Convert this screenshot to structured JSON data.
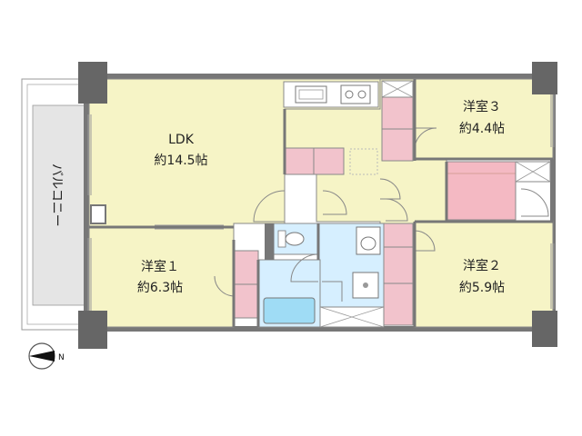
{
  "colors": {
    "room": "#f6f4c6",
    "wet": "#d6efff",
    "storage": "#f2c3cc",
    "closet_pink": "#f4b9c3",
    "balcony": "#e5e5e5",
    "wall": "#777777",
    "pillar": "#666666",
    "line": "#888888"
  },
  "rooms": {
    "ldk": {
      "name": "LDK",
      "size": "約14.5帖"
    },
    "yoshitsu3": {
      "name": "洋室３",
      "size": "約4.4帖"
    },
    "yoshitsu1": {
      "name": "洋室１",
      "size": "約6.3帖"
    },
    "yoshitsu2": {
      "name": "洋室２",
      "size": "約5.9帖"
    }
  },
  "balcony": {
    "label": "バルコニー"
  },
  "compass": {
    "label": "N",
    "icon": "north-arrow-icon"
  },
  "icons": [
    "kitchen-sink-icon",
    "stove-icon",
    "toilet-icon",
    "washbasin-icon",
    "washing-machine-icon",
    "bathtub-icon",
    "door-swing-icon"
  ]
}
